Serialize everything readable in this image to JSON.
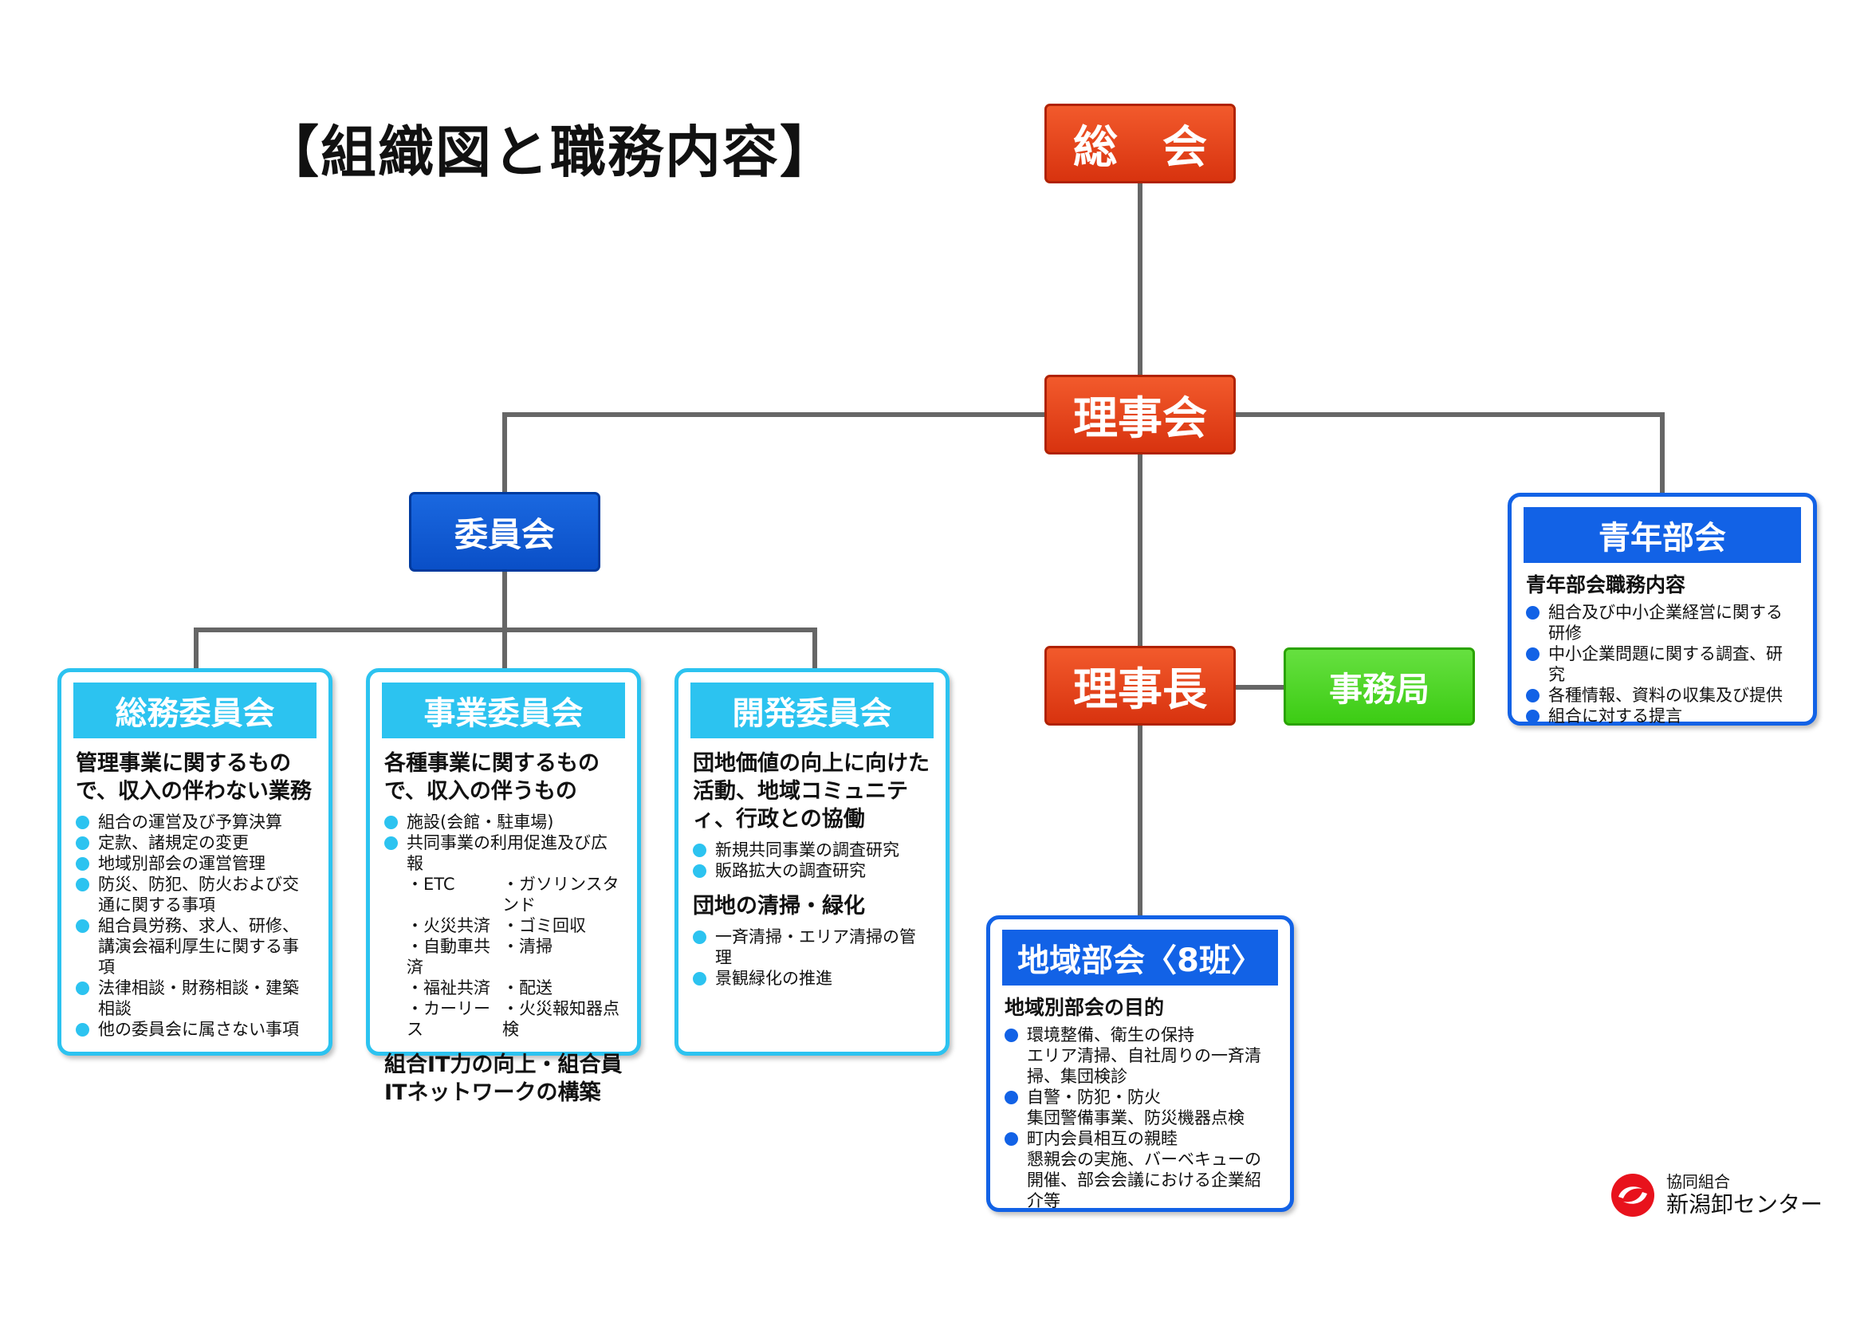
{
  "title": "【組織図と職務内容】",
  "nodes": {
    "soukai": "総　会",
    "rijikai": "理事会",
    "iinkai": "委員会",
    "rijicho": "理事長",
    "jimukyoku": "事務局"
  },
  "soumu": {
    "title": "総務委員会",
    "lead": "管理事業に関するもので、収入の伴わない業務",
    "items": [
      "組合の運営及び予算決算",
      "定款、諸規定の変更",
      "地域別部会の運営管理",
      "防災、防犯、防火および交通に関する事項",
      "組合員労務、求人、研修、講演会福利厚生に関する事項",
      "法律相談・財務相談・建築相談",
      "他の委員会に属さない事項"
    ]
  },
  "jigyou": {
    "title": "事業委員会",
    "lead": "各種事業に関するもので、収入の伴うもの",
    "items": [
      "施設(会館・駐車場)",
      "共同事業の利用促進及び広報"
    ],
    "subitems": [
      "・ETC",
      "・ガソリンスタンド",
      "・火災共済",
      "・ゴミ回収",
      "・自動車共済",
      "・清掃",
      "・福祉共済",
      "・配送",
      "・カーリース",
      "・火災報知器点検"
    ],
    "lead2": "組合IT力の向上・組合員ITネットワークの構築"
  },
  "kaihatsu": {
    "title": "開発委員会",
    "lead": "団地価値の向上に向けた活動、地域コミュニティ、行政との協働",
    "items": [
      "新規共同事業の調査研究",
      "販路拡大の調査研究"
    ],
    "lead2": "団地の清掃・緑化",
    "items2": [
      "一斉清掃・エリア清掃の管理",
      "景観緑化の推進"
    ]
  },
  "seinen": {
    "title": "青年部会",
    "lead": "青年部会職務内容",
    "items": [
      "組合及び中小企業経営に関する研修",
      "中小企業問題に関する調査、研究",
      "各種情報、資料の収集及び提供",
      "組合に対する提言"
    ]
  },
  "chiiki": {
    "title": "地域部会〈8班〉",
    "lead": "地域別部会の目的",
    "items": [
      {
        "head": "環境整備、衛生の保持",
        "sub": "エリア清掃、自社周りの一斉清掃、集団検診"
      },
      {
        "head": "自警・防犯・防火",
        "sub": "集団警備事業、防災機器点検"
      },
      {
        "head": "町内会員相互の親睦",
        "sub": "懇親会の実施、バーベキューの開催、部会会議における企業紹介等"
      }
    ]
  },
  "logo": {
    "line1": "協同組合",
    "line2": "新潟卸センター"
  },
  "colors": {
    "red": "#e23a14",
    "blue": "#0a4fc7",
    "green": "#4dd424",
    "cyan": "#2cc3f0",
    "navy": "#1262e6",
    "line": "#666666"
  }
}
